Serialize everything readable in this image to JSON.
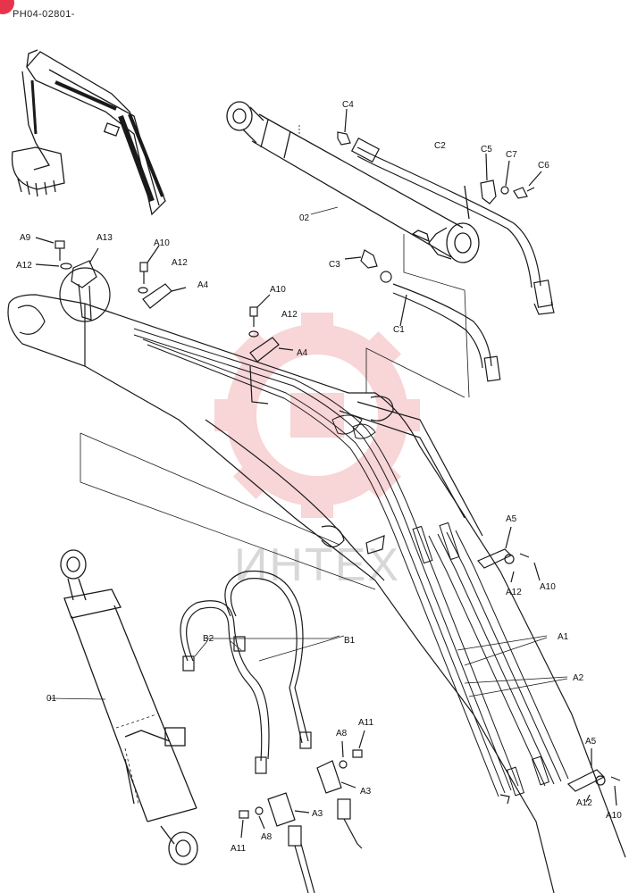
{
  "document": {
    "code": "PH04-02801-"
  },
  "watermark": {
    "text": "ИНТЕХ",
    "color": "#f4b4b8"
  },
  "colors": {
    "line": "#1a1a1a",
    "badge": "#e8344a"
  },
  "callouts": {
    "C4": "C4",
    "C2": "C2",
    "C5": "C5",
    "C7": "C7",
    "C6": "C6",
    "p02": "02",
    "C3": "C3",
    "C1": "C1",
    "A9": "A9",
    "A13": "A13",
    "A10_a": "A10",
    "A12_a": "A12",
    "A12_b": "A12",
    "A4_a": "A4",
    "A10_b": "A10",
    "A12_c": "A12",
    "A4_b": "A4",
    "A5_a": "A5",
    "A12_d": "A12",
    "A10_c": "A10",
    "A1": "A1",
    "A2": "A2",
    "A5_b": "A5",
    "A12_e": "A12",
    "A10_d": "A10",
    "B2": "B2",
    "B1": "B1",
    "p01": "01",
    "A11_a": "A11",
    "A8_a": "A8",
    "A3_a": "A3",
    "A3_b": "A3",
    "A8_b": "A8",
    "A11_b": "A11"
  }
}
